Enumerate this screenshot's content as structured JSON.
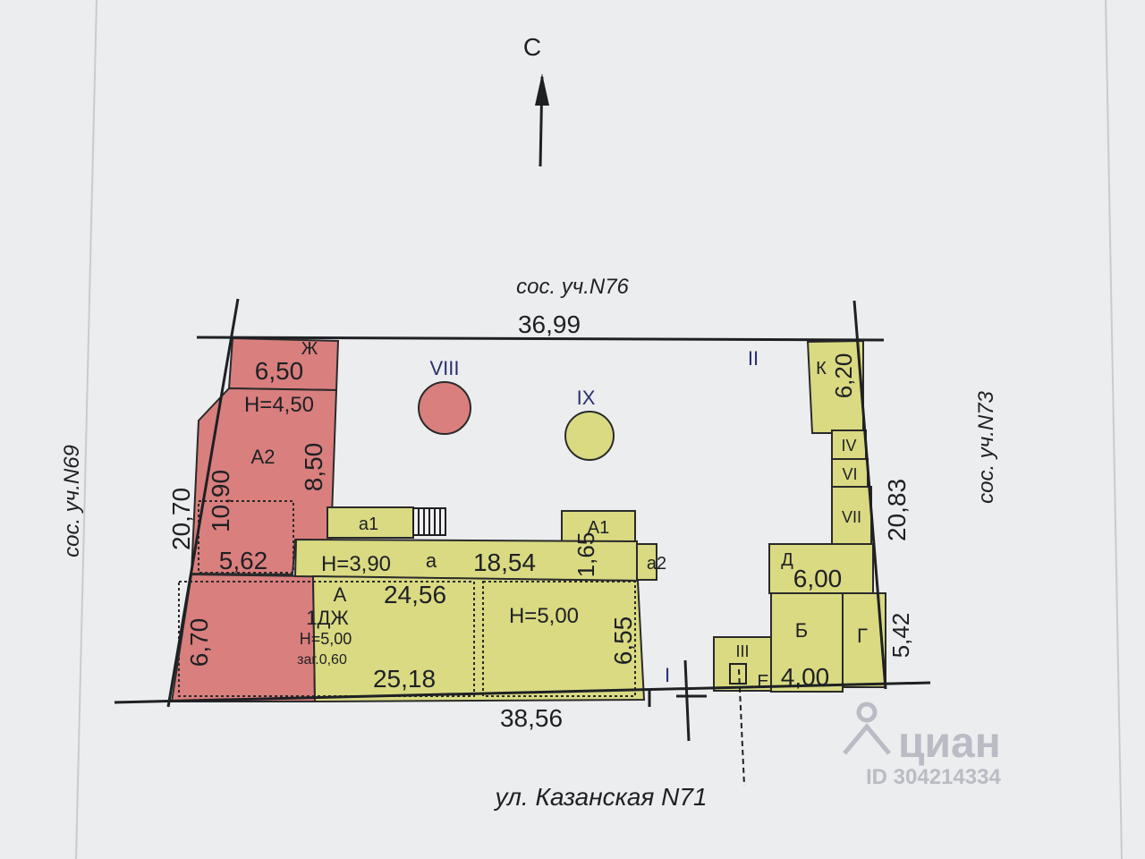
{
  "compass": {
    "north_label": "С"
  },
  "neighbors": {
    "top": "сос. уч.N76",
    "left": "сос. уч.N69",
    "right": "сос. уч.N73",
    "street": "ул. Казанская N71"
  },
  "boundary": {
    "top_length": "36,99",
    "bottom_length": "38,56",
    "left_length": "20,70",
    "right_length": "20,83",
    "right_lower_length": "5,42"
  },
  "zones": {
    "north": "II",
    "entrance": "I"
  },
  "buildings": {
    "zh": {
      "letter": "Ж",
      "width": "6,50"
    },
    "a2": {
      "letter": "А2",
      "height": "Н=4,50",
      "dim_side": "8,50",
      "dim_inner": "10,90",
      "dim_bottom": "5,62"
    },
    "a1_small": {
      "letter": "а1"
    },
    "a_porch": {
      "height": "Н=3,90",
      "letter": "а",
      "length": "18,54",
      "dim_side": "1,65",
      "letter2": "а2"
    },
    "a1_big": {
      "letter": "А1"
    },
    "a_main": {
      "letter": "А",
      "length_top": "24,56",
      "floors": "1ДЖ",
      "height_inner": "Н=5,00",
      "depth": "заг.0,60",
      "length_bottom": "25,18",
      "dim_left": "6,70",
      "height_right": "Н=5,00",
      "dim_right": "6,55"
    },
    "k": {
      "letter": "К",
      "dim": "6,20"
    },
    "iv": {
      "letter": "IV"
    },
    "vi": {
      "letter": "VI"
    },
    "vii": {
      "letter": "VII"
    },
    "d": {
      "letter": "Д",
      "width": "6,00"
    },
    "b": {
      "letter": "Б",
      "width": "4,00"
    },
    "g": {
      "letter": "Г"
    },
    "iii": {
      "letter": "III"
    },
    "e": {
      "letter": "Е"
    }
  },
  "trees": [
    {
      "label": "VIII",
      "color": "#d97f7e"
    },
    {
      "label": "IX",
      "color": "#d9da82"
    }
  ],
  "colors": {
    "residential": "#d97f7e",
    "outbuilding": "#d9da82"
  },
  "watermark": {
    "brand": "циан",
    "id": "ID 304214334"
  }
}
